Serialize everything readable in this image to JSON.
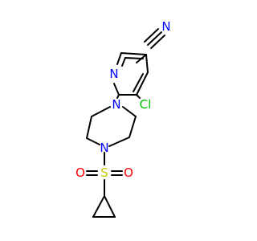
{
  "colors": {
    "bond": "#000000",
    "nitrogen": "#0000ff",
    "chlorine": "#00c000",
    "sulfur": "#c8c800",
    "oxygen": "#ff0000"
  },
  "atoms": {
    "nitrile_n": "N",
    "pyridine_n": "N",
    "chlorine": "Cl",
    "ring_n1": "N",
    "ring_n4": "N",
    "sulfur": "S",
    "oxygen_left": "O",
    "oxygen_right": "O"
  }
}
